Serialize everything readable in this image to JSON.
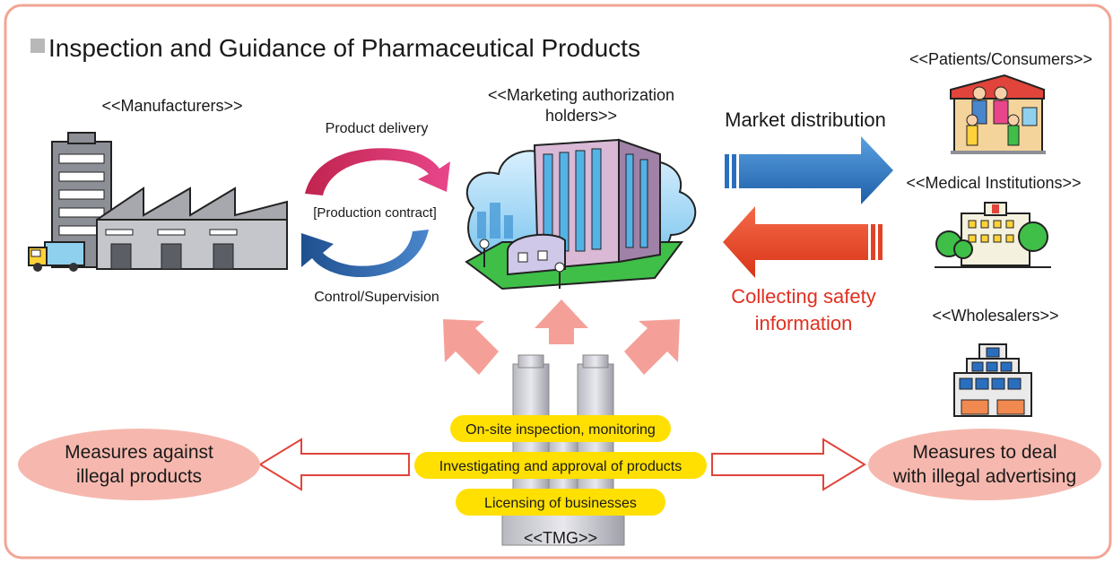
{
  "title": "Inspection and Guidance of Pharmaceutical Products",
  "entities": {
    "manufacturers": "<<Manufacturers>>",
    "mah_line1": "<<Marketing authorization",
    "mah_line2": "holders>>",
    "patients": "<<Patients/Consumers>>",
    "medical": "<<Medical Institutions>>",
    "wholesalers": "<<Wholesalers>>",
    "tmg": "<<TMG>>"
  },
  "flows": {
    "product_delivery": "Product delivery",
    "production_contract": "[Production contract]",
    "control_supervision": "Control/Supervision",
    "market_distribution": "Market distribution",
    "collecting_line1": "Collecting safety",
    "collecting_line2": "information"
  },
  "tmg_activities": [
    "On-site inspection, monitoring",
    "Investigating and approval of products",
    "Licensing of businesses"
  ],
  "measures": {
    "left_line1": "Measures against",
    "left_line2": "illegal products",
    "right_line1": "Measures to deal",
    "right_line2": "with illegal advertising"
  },
  "colors": {
    "frame": "#f0a090",
    "delivery_arrow": "#d02858",
    "control_arrow": "#2c5fa0",
    "distribution_arrow": "#2a6fbf",
    "safety_arrow": "#e04428",
    "safety_text": "#e03020",
    "pink_arrow": "#f4a098",
    "activity_pill": "#ffe000",
    "measure_ellipse": "#f6b8ae"
  }
}
